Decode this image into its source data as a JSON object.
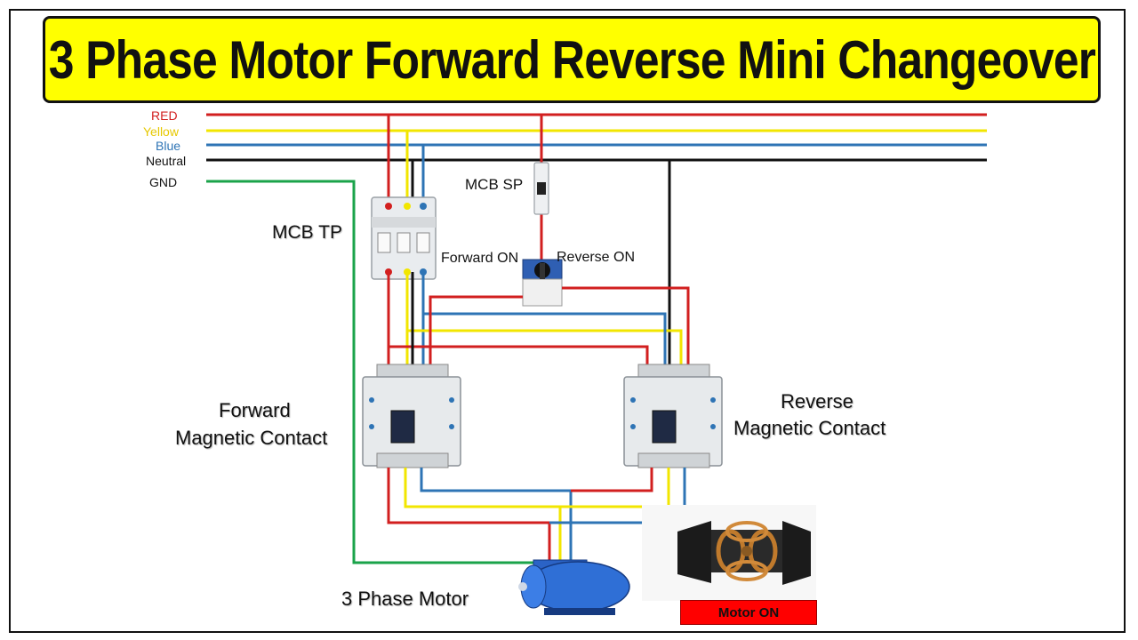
{
  "title": "3 Phase Motor Forward Reverse Mini Changeover",
  "wires": {
    "red": {
      "label": "RED",
      "color": "#d21f1f"
    },
    "yellow": {
      "label": "Yellow",
      "color": "#f2e600"
    },
    "blue": {
      "label": "Blue",
      "color": "#2e74b5"
    },
    "neutral": {
      "label": "Neutral",
      "color": "#111111"
    },
    "gnd": {
      "label": "GND",
      "color": "#1aa34a"
    }
  },
  "components": {
    "mcb_tp": "MCB TP",
    "mcb_sp": "MCB SP",
    "forward_on": "Forward ON",
    "reverse_on": "Reverse ON",
    "forward_contact_line1": "Forward",
    "forward_contact_line2": "Magnetic Contact",
    "reverse_contact_line1": "Reverse",
    "reverse_contact_line2": "Magnetic Contact",
    "motor": "3 Phase Motor",
    "motor_on": "Motor ON"
  }
}
